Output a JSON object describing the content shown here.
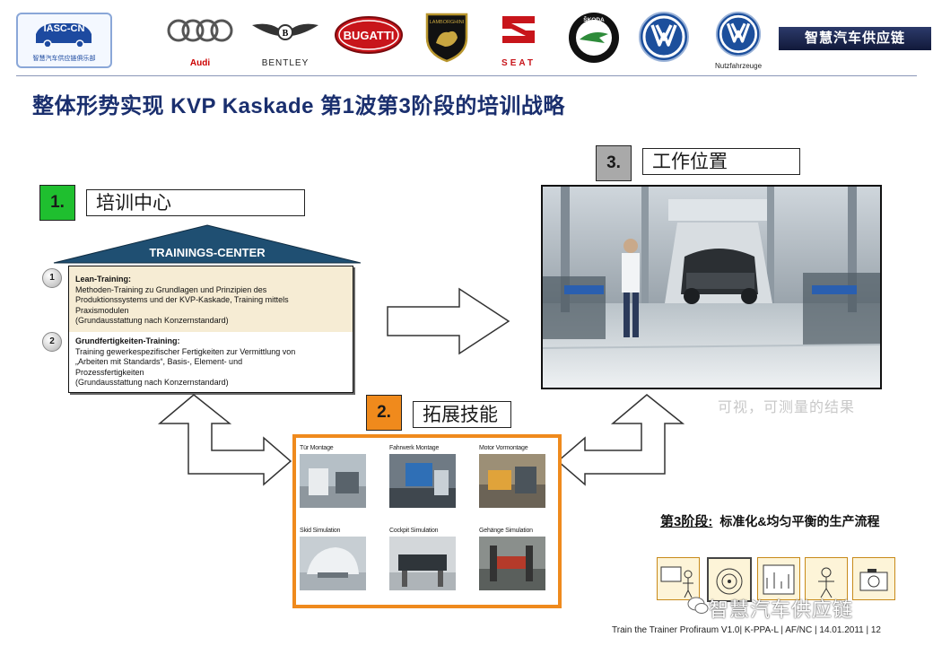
{
  "header": {
    "iasc_abbr": "IASC-CN",
    "iasc_club": "智慧汽车供应链俱乐部",
    "brands": [
      {
        "name": "Audi",
        "caption": "Audi"
      },
      {
        "name": "Bentley",
        "caption": "BENTLEY"
      },
      {
        "name": "Bugatti",
        "caption": "BUGATTI"
      },
      {
        "name": "Lamborghini",
        "caption": "LAMBORGHINI"
      },
      {
        "name": "Seat",
        "caption": "SEAT"
      },
      {
        "name": "Skoda",
        "caption": "ŠKODA"
      },
      {
        "name": "Volkswagen",
        "caption": "VW"
      },
      {
        "name": "Volkswagen Nutzfahrzeuge",
        "caption": "Nutzfahrzeuge"
      }
    ],
    "tagline": "智慧汽车供应链"
  },
  "title": "整体形势实现 KVP Kaskade 第1波第3阶段的培训战略",
  "step1": {
    "num": "1.",
    "label": "培训中心",
    "color": "#1fbf2f"
  },
  "step2": {
    "num": "2.",
    "label": "拓展技能",
    "color": "#f08a1c"
  },
  "step3": {
    "num": "3.",
    "label": "工作位置",
    "color": "#a9a9a9"
  },
  "training_center": {
    "title": "TRAININGS-CENTER",
    "item1": {
      "num": "1",
      "heading": "Lean-Training:",
      "lines": [
        "Methoden-Training zu Grundlagen und Prinzipien des",
        "Produktionssystems und der KVP-Kaskade, Training mittels",
        "Praxismodulen",
        "(Grundausstattung nach Konzernstandard)"
      ]
    },
    "item2": {
      "num": "2",
      "heading": "Grundfertigkeiten-Training:",
      "lines": [
        "Training gewerkespezifischer Fertigkeiten zur Vermittlung von",
        "„Arbeiten mit Standards“, Basis-, Element- und",
        "Prozessfertigkeiten",
        "(Grundausstattung nach Konzernstandard)"
      ]
    }
  },
  "skills_panel": {
    "captions": [
      "Tür Montage",
      "Fahrwerk Montage",
      "Motor Vormontage",
      "Skid Simulation",
      "Cockpit Simulation",
      "Gehänge Simulation"
    ]
  },
  "result_text": "可视，可测量的结果",
  "stage3": {
    "label": "第3阶段:",
    "text": "标准化&均匀平衡的生产流程"
  },
  "watermark": "智慧汽车供应链",
  "footer": "Train the Trainer Profiraum V1.0| K-PPA-L | AF/NC | 14.01.2011 |   12",
  "colors": {
    "title": "#1a2f6e",
    "roof": "#1f4f72",
    "panel_border": "#ef8a1d",
    "highlight": "#f6ecd4"
  }
}
